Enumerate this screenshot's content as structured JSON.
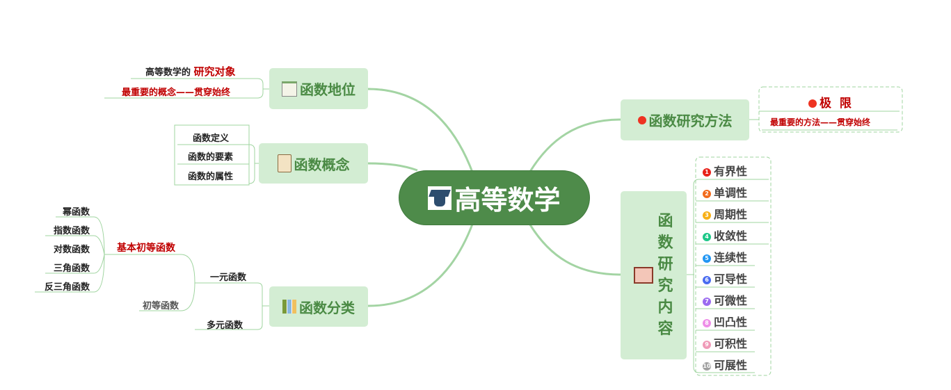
{
  "center": {
    "title": "高等数学",
    "icon": "graduation-cap-icon"
  },
  "status": {
    "title": "函数地位",
    "icon": "chart-icon",
    "children": [
      {
        "prefix": "高等数学的",
        "emph": "研究对象"
      },
      {
        "text": "最重要的概念——贯穿始终"
      }
    ]
  },
  "concept": {
    "title": "函数概念",
    "icon": "scroll-icon",
    "children": [
      "函数定义",
      "函数的要素",
      "函数的属性"
    ]
  },
  "classify": {
    "title": "函数分类",
    "icon": "binders-icon",
    "unary": "一元函数",
    "multi": "多元函数",
    "elementary": "初等函数",
    "basic": "基本初等函数",
    "basic_children": [
      "幂函数",
      "指数函数",
      "对数函数",
      "三角函数",
      "反三角函数"
    ]
  },
  "method": {
    "title": "函数研究方法",
    "icon": "star-badge-icon",
    "limit": "极  限",
    "note": "最重要的方法——贯穿始终"
  },
  "content": {
    "title_chars": [
      "函",
      "数",
      "研",
      "究",
      "内",
      "容"
    ],
    "icon": "book-icon",
    "items": [
      {
        "n": "1",
        "t": "有界性",
        "c": "#e8211a"
      },
      {
        "n": "2",
        "t": "单调性",
        "c": "#f26b1d"
      },
      {
        "n": "3",
        "t": "周期性",
        "c": "#f7b017"
      },
      {
        "n": "4",
        "t": "收敛性",
        "c": "#1dc788"
      },
      {
        "n": "5",
        "t": "连续性",
        "c": "#2196f3"
      },
      {
        "n": "6",
        "t": "可导性",
        "c": "#4a6cf0"
      },
      {
        "n": "7",
        "t": "可微性",
        "c": "#9b6bf0"
      },
      {
        "n": "8",
        "t": "凹凸性",
        "c": "#ee8ee8"
      },
      {
        "n": "9",
        "t": "可积性",
        "c": "#f09ab8"
      },
      {
        "n": "10",
        "t": "可展性",
        "c": "#a0a0a0"
      }
    ]
  }
}
